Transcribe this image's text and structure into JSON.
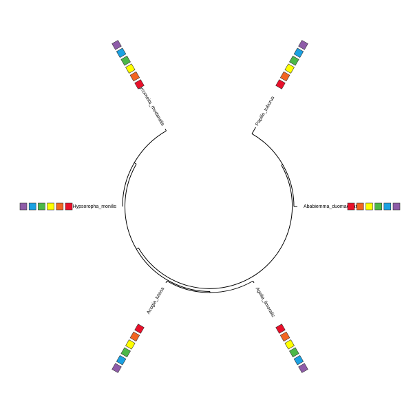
{
  "tree": {
    "taxa": [
      {
        "id": "ababl",
        "label": "Ababiemma_duomaculata",
        "angle_deg": 0,
        "traits": [
          "red",
          "orange",
          "yellow",
          "green",
          "blue",
          "purple"
        ]
      },
      {
        "id": "papil",
        "label": "Papilio_tuburus",
        "angle_deg": -60,
        "traits": [
          "red",
          "orange",
          "yellow",
          "green",
          "blue",
          "purple"
        ]
      },
      {
        "id": "phyco",
        "label": "Phycomeita_rhodanalis",
        "angle_deg": -120,
        "traits": [
          "red",
          "orange",
          "yellow",
          "green",
          "blue",
          "purple"
        ]
      },
      {
        "id": "hypso",
        "label": "Hypsoropha_monilis",
        "angle_deg": 180,
        "traits": [
          "red",
          "orange",
          "yellow",
          "green",
          "blue",
          "purple"
        ]
      },
      {
        "id": "acogia",
        "label": "Acogia_lutosa",
        "angle_deg": 120,
        "traits": [
          "red",
          "orange",
          "yellow",
          "green",
          "blue",
          "purple"
        ]
      },
      {
        "id": "agelia",
        "label": "Agelia_limoralis",
        "angle_deg": 60,
        "traits": [
          "red",
          "orange",
          "yellow",
          "green",
          "blue",
          "purple"
        ]
      }
    ]
  },
  "colors": {
    "red": "#e8102a",
    "orange": "#f26522",
    "yellow": "#ffff00",
    "green": "#4cb848",
    "blue": "#1ba1e2",
    "purple": "#8e5ca8",
    "branch": "#000000"
  }
}
